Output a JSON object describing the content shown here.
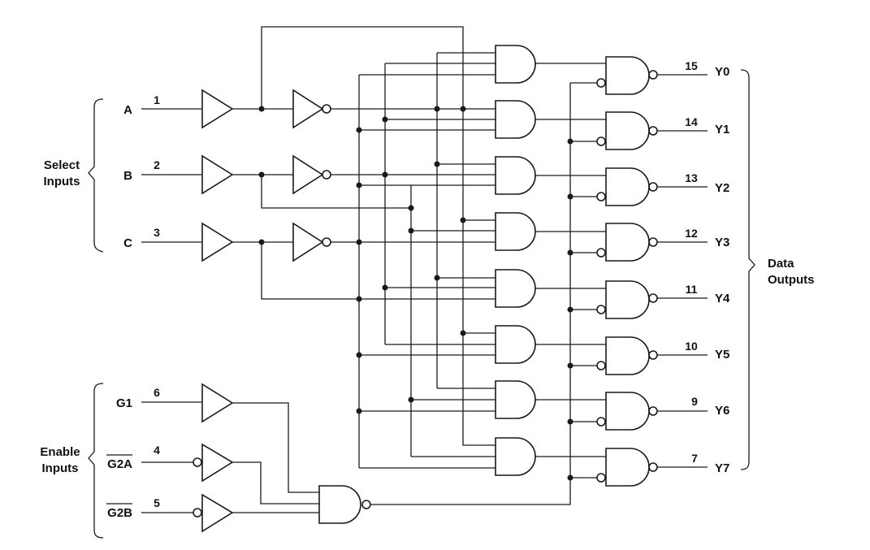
{
  "select_inputs": {
    "group_label_line1": "Select",
    "group_label_line2": "Inputs",
    "inputs": [
      {
        "name": "A",
        "pin": "1"
      },
      {
        "name": "B",
        "pin": "2"
      },
      {
        "name": "C",
        "pin": "3"
      }
    ]
  },
  "enable_inputs": {
    "group_label_line1": "Enable",
    "group_label_line2": "Inputs",
    "inputs": [
      {
        "name": "G1",
        "pin": "6"
      },
      {
        "name": "G2A",
        "pin": "4"
      },
      {
        "name": "G2B",
        "pin": "5"
      }
    ]
  },
  "data_outputs": {
    "group_label_line1": "Data",
    "group_label_line2": "Outputs",
    "outputs": [
      {
        "name": "Y0",
        "pin": "15"
      },
      {
        "name": "Y1",
        "pin": "14"
      },
      {
        "name": "Y2",
        "pin": "13"
      },
      {
        "name": "Y3",
        "pin": "12"
      },
      {
        "name": "Y4",
        "pin": "11"
      },
      {
        "name": "Y5",
        "pin": "10"
      },
      {
        "name": "Y6",
        "pin": "9"
      },
      {
        "name": "Y7",
        "pin": "7"
      }
    ]
  }
}
